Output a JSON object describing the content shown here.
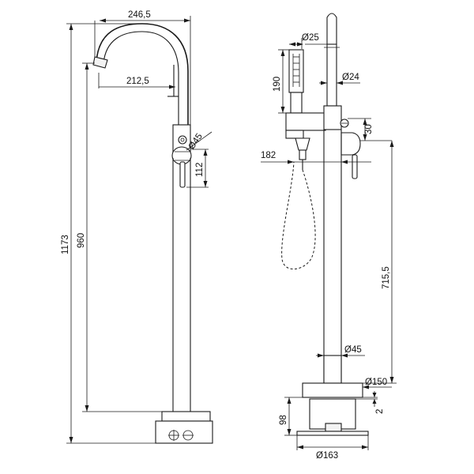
{
  "dimensions": {
    "spout_reach_outer": "246,5",
    "spout_reach_inner": "212,5",
    "handle_diameter_left": "Ø45",
    "handle_height": "112",
    "overall_height": "1173",
    "spout_height": "960",
    "handshower_diameter": "Ø25",
    "handshower_length": "190",
    "riser_diameter_top": "Ø24",
    "holder_offset": "182",
    "mixer_height": "30",
    "column_height": "715,5",
    "column_diameter": "Ø45",
    "base_flange_diameter": "Ø150",
    "base_gap": "2",
    "base_height": "98",
    "base_diameter": "Ø163"
  }
}
